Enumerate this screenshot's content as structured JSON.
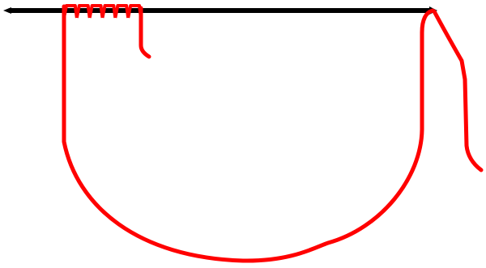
{
  "colors": {
    "background": "#ffffff",
    "needle": "#000000",
    "yarn": "#ff0000"
  },
  "elements": {
    "needle": "knitting-needle",
    "stitches": "cast-on-stitches",
    "tail": "yarn-tail-end",
    "working_yarn": "working-yarn-loop",
    "hanging_strand": "hanging-yarn-strand"
  },
  "stitch_count": 6
}
